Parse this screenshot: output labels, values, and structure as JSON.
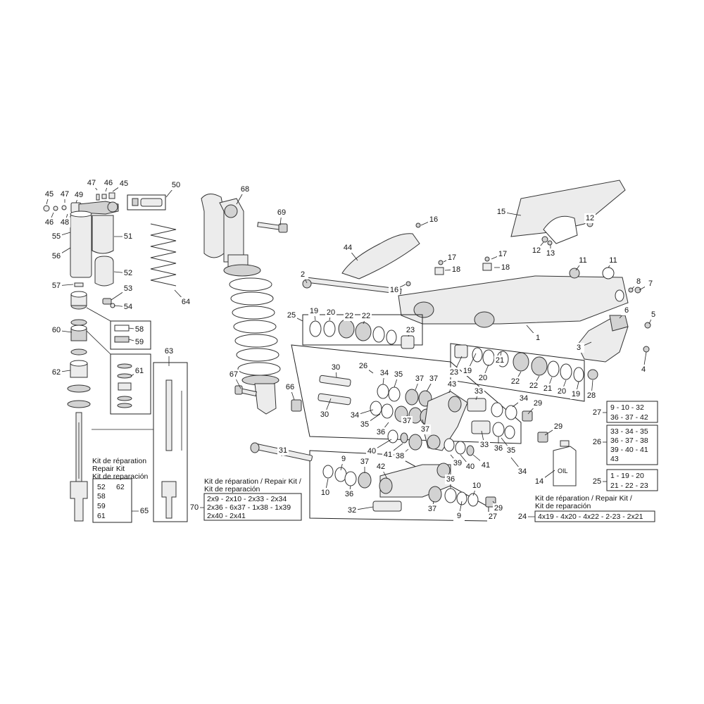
{
  "callouts": [
    "1",
    "2",
    "3",
    "4",
    "5",
    "6",
    "7",
    "8",
    "9",
    "10",
    "11",
    "12",
    "13",
    "14",
    "15",
    "16",
    "17",
    "18",
    "19",
    "20",
    "21",
    "22",
    "23",
    "24",
    "25",
    "26",
    "27",
    "28",
    "29",
    "30",
    "31",
    "32",
    "33",
    "34",
    "35",
    "36",
    "37",
    "38",
    "39",
    "40",
    "41",
    "42",
    "43",
    "44",
    "45",
    "46",
    "47",
    "48",
    "49",
    "50",
    "51",
    "52",
    "53",
    "54",
    "55",
    "56",
    "57",
    "58",
    "59",
    "60",
    "61",
    "62",
    "63",
    "64",
    "65",
    "66",
    "67",
    "68",
    "69",
    "70"
  ],
  "oil_label": "OIL",
  "kit_front": {
    "title_fr": "Kit de réparation",
    "title_en": "Repair Kit",
    "title_es": "Kit de reparación",
    "items": [
      "52",
      "58",
      "59",
      "61",
      "62"
    ]
  },
  "kit_70": {
    "title_line1": "Kit de réparation / Repair Kit /",
    "title_line2": "Kit de reparación",
    "rows": [
      "2x9 - 2x10 - 2x33 - 2x34",
      "2x36 - 6x37 - 1x38 - 1x39",
      "2x40 - 2x41"
    ]
  },
  "kit_24": {
    "title_line1": "Kit de réparation / Repair Kit /",
    "title_line2": "Kit de reparación",
    "row": "4x19 - 4x20 - 4x22 - 2-23 - 2x21"
  },
  "kit_27": {
    "rows": [
      "9 - 10 - 32",
      "36 - 37 - 42"
    ]
  },
  "kit_26": {
    "rows": [
      "33 - 34 - 35",
      "36 - 37 - 38",
      "39 - 40 - 41",
      "43"
    ]
  },
  "kit_25": {
    "rows": [
      "1 - 19 - 20",
      "21 - 22 - 23"
    ]
  }
}
